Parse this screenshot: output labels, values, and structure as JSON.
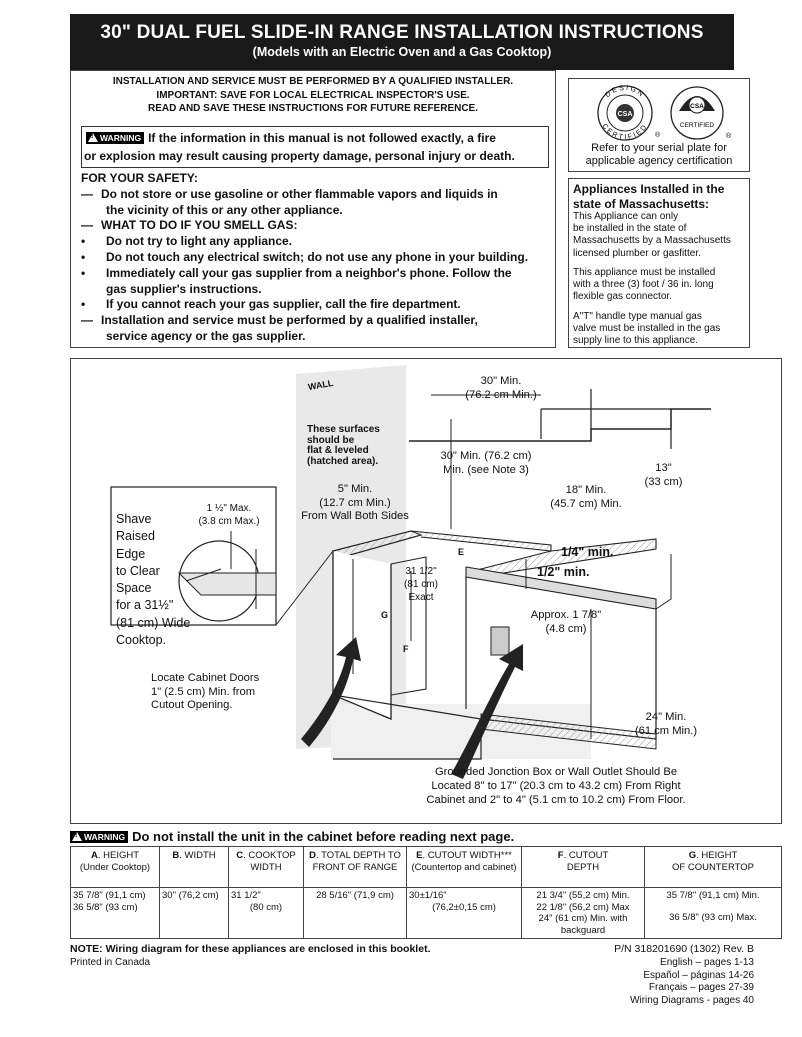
{
  "header": {
    "title": "30\" DUAL FUEL SLIDE-IN RANGE INSTALLATION INSTRUCTIONS",
    "subtitle": "(Models with an Electric Oven and a Gas Cooktop)"
  },
  "notice": [
    "INSTALLATION AND SERVICE MUST BE PERFORMED BY A QUALIFIED INSTALLER.",
    "IMPORTANT: SAVE FOR LOCAL ELECTRICAL INSPECTOR'S USE.",
    "READ AND SAVE THESE INSTRUCTIONS FOR FUTURE REFERENCE."
  ],
  "warning": {
    "tag": "WARNING",
    "line1": "If the information in this manual is not followed exactly, a fire",
    "line2": "or explosion may result causing property damage, personal injury or death."
  },
  "safety": {
    "heading": "FOR YOUR SAFETY:",
    "items": [
      {
        "bullet": "—",
        "text": "Do not store or use gasoline or other flammable vapors and liquids in"
      },
      {
        "bullet": "",
        "text": "the vicinity of this or any other appliance."
      },
      {
        "bullet": "—",
        "text": "WHAT TO DO IF YOU SMELL GAS:"
      },
      {
        "bullet": "•",
        "text": "Do not try to light any appliance."
      },
      {
        "bullet": "•",
        "text": "Do not touch any electrical switch; do not use any phone in your building."
      },
      {
        "bullet": "•",
        "text": "Immediately call your gas supplier from a neighbor's phone.  Follow the"
      },
      {
        "bullet": "",
        "text": "gas supplier's instructions."
      },
      {
        "bullet": "•",
        "text": "If you cannot reach your gas supplier, call the fire department."
      },
      {
        "bullet": "—",
        "text": "Installation and service must be performed by a qualified installer,"
      },
      {
        "bullet": "",
        "text": "service agency or the gas supplier."
      }
    ]
  },
  "certification": {
    "seal1_top": "DESIGN",
    "seal1_bottom": "CERTIFIED",
    "seal1_center": "CSA",
    "seal2_text": "CERTIFIED",
    "seal2_center": "CSA",
    "registered": "®",
    "caption_line1": "Refer to your serial plate for",
    "caption_line2": "applicable agency certification"
  },
  "massachusetts": {
    "title_line1": "Appliances Installed in the",
    "title_line2": "state of Massachusetts:",
    "p1": [
      "This Appliance can only",
      "be installed in the state of",
      "Massachusetts by a Massachusetts",
      "licensed plumber or gasfitter."
    ],
    "p2": [
      "This appliance must be installed",
      "with a three (3) foot / 36 in. long",
      "flexible gas connector."
    ],
    "p3": [
      "A\"T\" handle type manual gas",
      "valve must be installed in the gas",
      "supply line to this appliance."
    ]
  },
  "diagram": {
    "wall": "WALL",
    "surfaces": [
      "These surfaces",
      "should be",
      "flat & leveled",
      "(hatched area)."
    ],
    "min30": [
      "30\" Min.",
      "(76.2 cm Min.)"
    ],
    "note3": [
      "30\" Min. (76.2 cm)",
      "Min. (see Note 3)"
    ],
    "side13": [
      "13\"",
      "(33 cm)"
    ],
    "min18": [
      "18\" Min.",
      "(45.7 cm) Min."
    ],
    "min5": [
      "5\" Min.",
      "(12.7 cm Min.)",
      "From Wall Both Sides"
    ],
    "max15": [
      "1 ½\" Max.",
      "(3.8 cm Max.)"
    ],
    "shave": [
      "Shave",
      "Raised",
      "Edge",
      "to Clear",
      "Space",
      "for a 31½\"",
      "(81 cm) Wide",
      "Cooktop."
    ],
    "exact": [
      "31 1/2\"",
      "(81 cm)",
      "Exact"
    ],
    "quarter": "1/4\" min.",
    "half": "1/2\" min.",
    "approx": [
      "Approx. 1 7/8\"",
      "(4.8 cm)"
    ],
    "letters": {
      "e": "E",
      "g": "G",
      "f": "F"
    },
    "doors": [
      "Locate Cabinet Doors",
      "1\" (2.5 cm) Min. from",
      "Cutout Opening."
    ],
    "min24": [
      "24\" Min.",
      "(61 cm Min.)"
    ],
    "junction": [
      "Grounded Jonction Box or Wall Outlet Should Be",
      "Located 8\" to 17\" (20.3 cm to 43.2 cm) From Right",
      "Cabinet and 2\" to 4\" (5.1 cm to 10.2 cm) From Floor."
    ]
  },
  "warning2": {
    "tag": "WARNING",
    "text": "Do not install the unit in the cabinet before reading next page."
  },
  "table": {
    "headers": [
      {
        "letter": "A",
        "rest": ". HEIGHT",
        "sub": "(Under Cooktop)"
      },
      {
        "letter": "B",
        "rest": ". WIDTH",
        "sub": ""
      },
      {
        "letter": "C",
        "rest": ". COOKTOP",
        "sub": "WIDTH"
      },
      {
        "letter": "D",
        "rest": ". TOTAL DEPTH TO",
        "sub": "FRONT OF RANGE"
      },
      {
        "letter": "E",
        "rest": ". CUTOUT WIDTH***",
        "sub": "(Countertop and cabinet)"
      },
      {
        "letter": "F",
        "rest": ". CUTOUT",
        "sub": "DEPTH"
      },
      {
        "letter": "G",
        "rest": ". HEIGHT",
        "sub": "OF COUNTERTOP"
      }
    ],
    "row": [
      [
        "35 7/8\" (91,1 cm)",
        "36 5/8\" (93 cm)"
      ],
      [
        "30\" (76,2 cm)"
      ],
      [
        "31 1/2\"",
        "(80 cm)"
      ],
      [
        "28 5/16\" (71,9 cm)"
      ],
      [
        "30±1/16\"",
        "(76,2±0,15 cm)"
      ],
      [
        "21 3/4\" (55,2 cm) Min.",
        "22 1/8\" (56,2 cm) Max",
        "24\" (61 cm) Min. with",
        "backguard"
      ],
      [
        "35 7/8\" (91,1 cm) Min.",
        "36 5/8\" (93 cm) Max."
      ]
    ]
  },
  "footer": {
    "note": "NOTE: Wiring diagram for these appliances are enclosed in this booklet.",
    "printed": "Printed in Canada",
    "pn": "P/N 318201690 (1302) Rev. B",
    "pages": [
      "English – pages 1-13",
      "Español – páginas 14-26",
      "Français – pages 27-39",
      "Wiring Diagrams - pages 40"
    ]
  }
}
